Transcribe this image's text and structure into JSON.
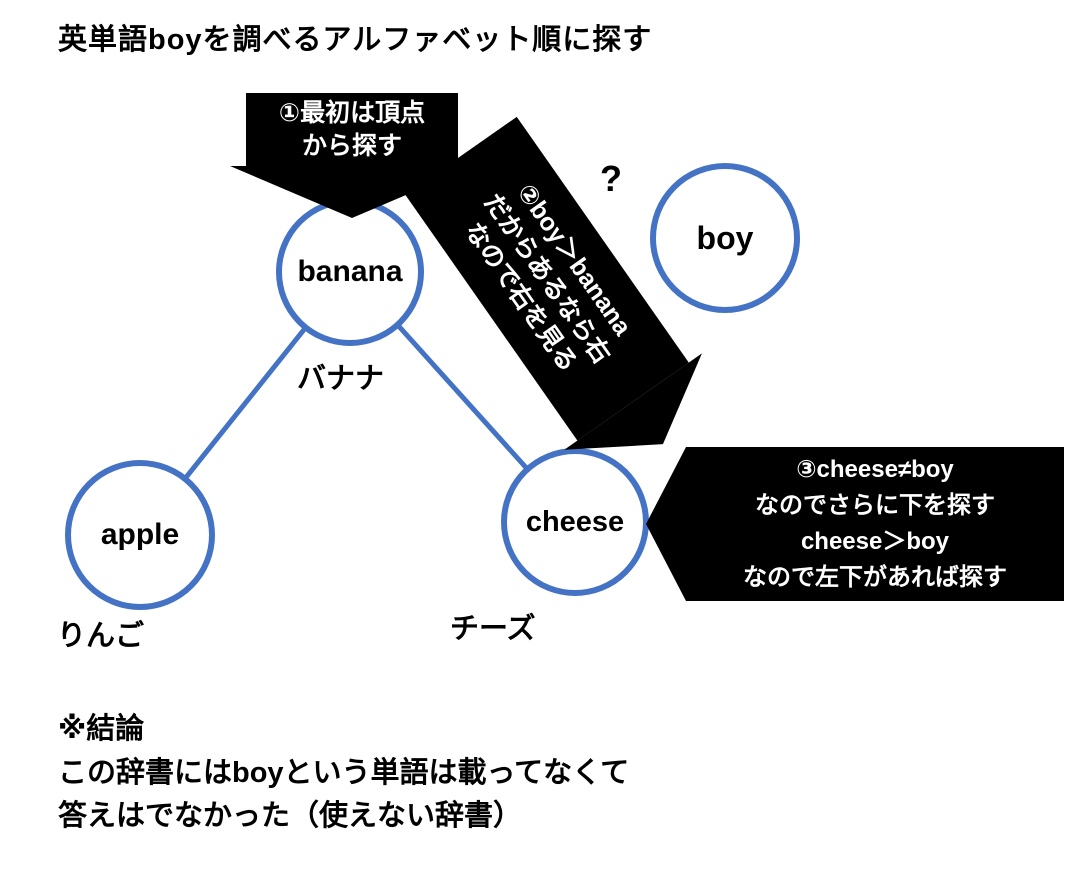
{
  "title": "英単語boyを調べるアルファベット順に探す",
  "nodes": {
    "banana": {
      "label": "banana",
      "sub": "バナナ"
    },
    "apple": {
      "label": "apple",
      "sub": "りんご"
    },
    "cheese": {
      "label": "cheese",
      "sub": "チーズ"
    },
    "boy": {
      "label": "boy"
    }
  },
  "question_mark": "?",
  "steps": {
    "step1": {
      "lines": [
        "①最初は頂点",
        "から探す"
      ]
    },
    "step2": {
      "lines": [
        "②boy＞banana",
        "だからあるなら右",
        "なので右を見る"
      ]
    },
    "step3": {
      "lines": [
        "③cheese≠boy",
        "なのでさらに下を探す",
        "cheese＞boy",
        "なので左下があれば探す"
      ]
    }
  },
  "conclusion": {
    "lines": [
      "※結論",
      "この辞書にはboyという単語は載ってなくて",
      "答えはでなかった（使えない辞書）"
    ]
  },
  "colors": {
    "node_stroke": "#4472C4",
    "edge": "#4472C4",
    "banner_bg": "#000000",
    "banner_text": "#FFFFFF"
  }
}
